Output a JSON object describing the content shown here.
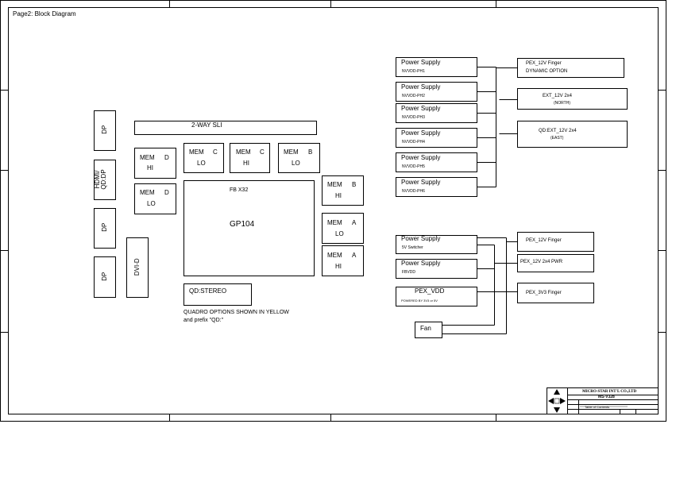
{
  "page_title": "Page2: Block Diagram",
  "gpu": {
    "name": "GP104",
    "bus": "FB X32"
  },
  "sli": "2-WAY SLI",
  "qd_stereo": "QD:STEREO",
  "quadro_note": [
    "QUADRO OPTIONS SHOWN IN YELLOW",
    "and prefix \"QD:\""
  ],
  "connectors": {
    "dp1": "DP",
    "hdmi": [
      "HDMI/",
      "QD:DP"
    ],
    "dp2": "DP",
    "dp3": "DP",
    "dvi": "DVI-D"
  },
  "memory": [
    {
      "id": "mem-d-hi",
      "label": "MEM",
      "ch": "D",
      "pos": "HI"
    },
    {
      "id": "mem-d-lo",
      "label": "MEM",
      "ch": "D",
      "pos": "LO"
    },
    {
      "id": "mem-c-lo",
      "label": "MEM",
      "ch": "C",
      "pos": "LO"
    },
    {
      "id": "mem-c-hi",
      "label": "MEM",
      "ch": "C",
      "pos": "HI"
    },
    {
      "id": "mem-b-lo",
      "label": "MEM",
      "ch": "B",
      "pos": "LO"
    },
    {
      "id": "mem-b-hi",
      "label": "MEM",
      "ch": "B",
      "pos": "HI"
    },
    {
      "id": "mem-a-lo",
      "label": "MEM",
      "ch": "A",
      "pos": "LO"
    },
    {
      "id": "mem-a-hi",
      "label": "MEM",
      "ch": "A",
      "pos": "HI"
    }
  ],
  "power_supplies": [
    {
      "title": "Power Supply",
      "sub": "NVVDD-PH1"
    },
    {
      "title": "Power Supply",
      "sub": "NVVDD-PH2"
    },
    {
      "title": "Power Supply",
      "sub": "NVVDD-PH3"
    },
    {
      "title": "Power Supply",
      "sub": "NVVDD-PH4"
    },
    {
      "title": "Power Supply",
      "sub": "NVVDD-PH5"
    },
    {
      "title": "Power Supply",
      "sub": "NVVDD-PH6"
    }
  ],
  "power_inputs_top": [
    {
      "line1": "PEX_12V Finger",
      "line2": "DYNAMIC OPTION"
    },
    {
      "line1": "EXT_12V 2x4",
      "line2": "(NORTH)"
    },
    {
      "line1": "QD:EXT_12V 2x4",
      "line2": "(EAST)"
    }
  ],
  "aux_supplies": [
    {
      "title": "Power Supply",
      "sub": "5V Switcher"
    },
    {
      "title": "Power Supply",
      "sub": "FBVDD"
    },
    {
      "title": "PEX_VDD",
      "sub": "POWERED BY 3V3 or 5V"
    },
    {
      "title": "Fan",
      "sub": ""
    }
  ],
  "power_inputs_bottom": [
    "PEX_12V Finger",
    "PEX_12V 2x4 PWR",
    "PEX_3V3 Finger"
  ],
  "title_block": {
    "company": "MICRO-STAR INT'L CO.,LTD",
    "model": "MS-V328",
    "document": "Table of Contents"
  }
}
